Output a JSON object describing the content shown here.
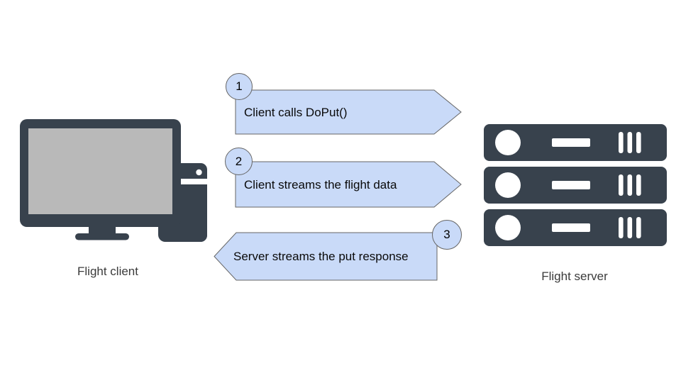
{
  "client": {
    "label": "Flight client",
    "icon": "desktop-computer-icon"
  },
  "server": {
    "label": "Flight server",
    "icon": "server-rack-icon"
  },
  "steps": [
    {
      "number": "1",
      "label": "Client calls DoPut()",
      "direction": "right"
    },
    {
      "number": "2",
      "label": "Client streams the flight data",
      "direction": "right"
    },
    {
      "number": "3",
      "label": "Server streams the put response",
      "direction": "left"
    }
  ],
  "colors": {
    "arrow_fill": "#c9daf8",
    "arrow_border": "#666666",
    "icon_dark": "#38424d",
    "screen_gray": "#b9b9b9",
    "label_text": "#000000",
    "caption_text": "#3b3b3b",
    "background": "#ffffff"
  }
}
